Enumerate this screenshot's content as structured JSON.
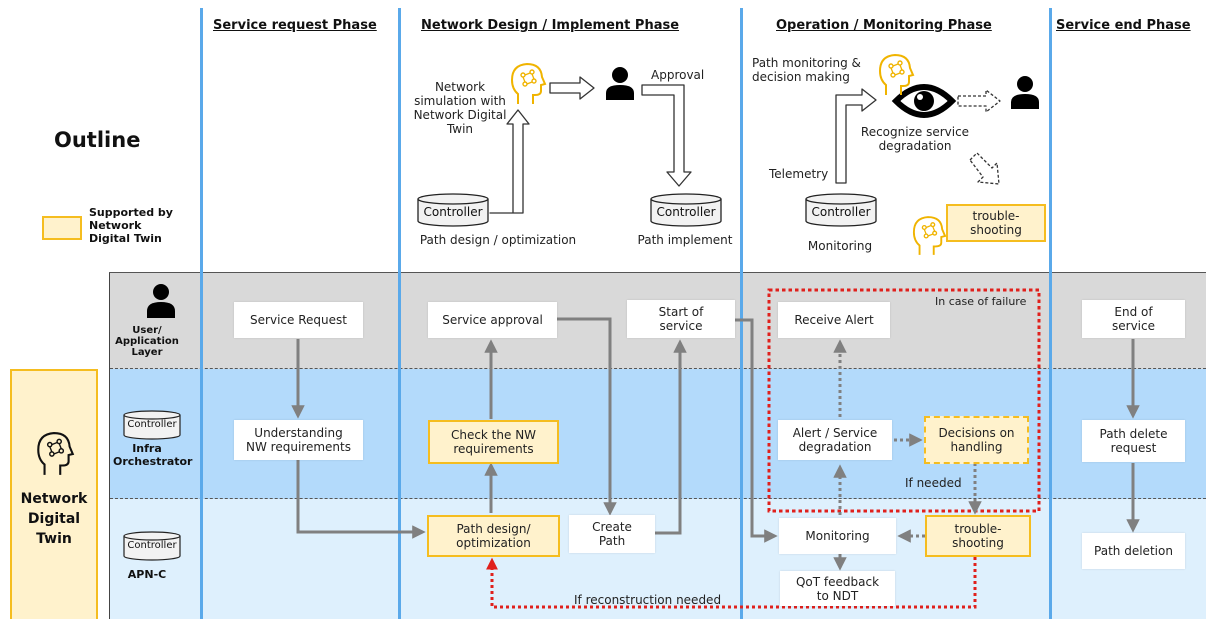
{
  "title": "Outline",
  "legend": {
    "label": "Supported by\nNetwork\nDigital Twin"
  },
  "phases": [
    "Service request Phase",
    "Network Design / Implement Phase",
    "Operation / Monitoring Phase",
    "Service end Phase"
  ],
  "outline": {
    "network_simulation": "Network\nsimulation with\nNetwork Digital\nTwin",
    "approval": "Approval",
    "controller": "Controller",
    "path_design": "Path design / optimization",
    "path_implement": "Path implement",
    "path_monitoring": "Path monitoring &\ndecision making",
    "recognize": "Recognize service\ndegradation",
    "telemetry": "Telemetry",
    "monitoring": "Monitoring",
    "troubleshooting": "trouble-\nshooting"
  },
  "lanes": {
    "user": "User/\nApplication\nLayer",
    "infra": "Infra\nOrchestrator",
    "apnc": "APN-C",
    "ndt": "Network\nDigital\nTwin",
    "controller": "Controller"
  },
  "flow": {
    "service_request": "Service Request",
    "understanding": "Understanding\nNW requirements",
    "service_approval": "Service approval",
    "check_nw": "Check the NW\nrequirements",
    "path_design_opt": "Path design/\noptimization",
    "start_service": "Start of\nservice",
    "create_path": "Create\nPath",
    "receive_alert": "Receive Alert",
    "alert_degradation": "Alert / Service\ndegradation",
    "decisions": "Decisions on\nhandling",
    "monitoring": "Monitoring",
    "troubleshooting": "trouble-\nshooting",
    "qot_feedback": "QoT feedback\nto NDT",
    "end_service": "End of\nservice",
    "path_delete_request": "Path delete\nrequest",
    "path_deletion": "Path deletion"
  },
  "annotations": {
    "in_case_failure": "In case of failure",
    "if_needed": "If needed",
    "if_reconstruction": "If reconstruction needed"
  },
  "colors": {
    "phase_divider": "#5aa9ea",
    "lane_user": "#d9d9d9",
    "lane_infra": "#b3dafb",
    "lane_apnc": "#def0fd",
    "ndt_fill": "#fff2cc",
    "ndt_border": "#f5bd1f",
    "flow_arrow": "#808080",
    "failure_dash": "#e0201c"
  },
  "icons": [
    "person-icon",
    "brain-head-icon",
    "eye-icon",
    "controller-cylinder-icon"
  ]
}
